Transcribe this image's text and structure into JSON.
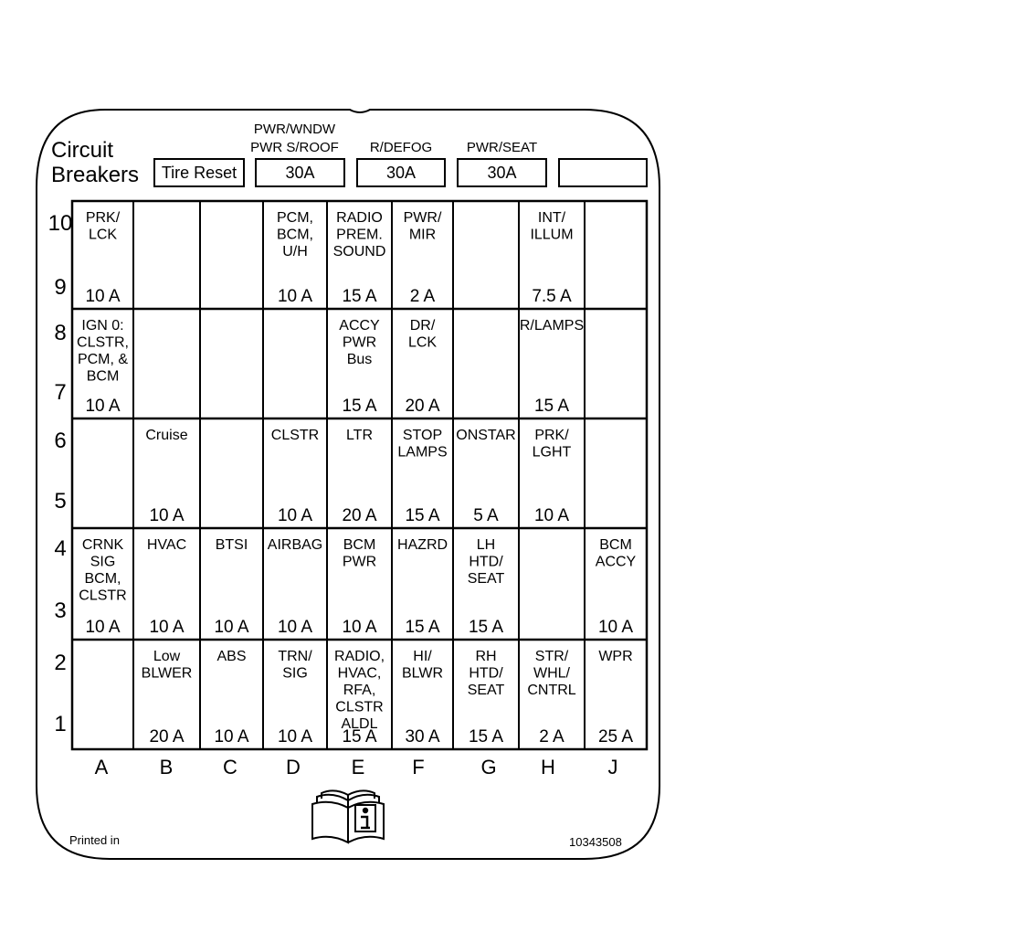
{
  "title": [
    "Circuit",
    "Breakers"
  ],
  "breakers": [
    {
      "header": [],
      "value": "Tire Reset"
    },
    {
      "header": [
        "PWR/WNDW",
        "PWR S/ROOF"
      ],
      "value": "30A"
    },
    {
      "header": [
        "R/DEFOG"
      ],
      "value": "30A"
    },
    {
      "header": [
        "PWR/SEAT"
      ],
      "value": "30A"
    },
    {
      "header": [],
      "value": ""
    }
  ],
  "columns": [
    "A",
    "B",
    "C",
    "D",
    "E",
    "F",
    "G",
    "H",
    "J"
  ],
  "row_numbers": [
    "10",
    "9",
    "8",
    "7",
    "6",
    "5",
    "4",
    "3",
    "2",
    "1"
  ],
  "fuse_rows": [
    [
      {
        "label": [
          "PRK/",
          "LCK"
        ],
        "amp": "10 A"
      },
      {
        "label": [],
        "amp": ""
      },
      {
        "label": [],
        "amp": ""
      },
      {
        "label": [
          "PCM,",
          "BCM,",
          "U/H"
        ],
        "amp": "10 A"
      },
      {
        "label": [
          "RADIO",
          "PREM.",
          "SOUND"
        ],
        "amp": "15 A"
      },
      {
        "label": [
          "PWR/",
          "MIR"
        ],
        "amp": "2 A"
      },
      {
        "label": [],
        "amp": ""
      },
      {
        "label": [
          "INT/",
          "ILLUM"
        ],
        "amp": "7.5 A"
      },
      {
        "label": [],
        "amp": ""
      }
    ],
    [
      {
        "label": [
          "IGN 0:",
          "CLSTR,",
          "PCM, &",
          "BCM"
        ],
        "amp": "10 A"
      },
      {
        "label": [],
        "amp": ""
      },
      {
        "label": [],
        "amp": ""
      },
      {
        "label": [],
        "amp": ""
      },
      {
        "label": [
          "ACCY",
          "PWR",
          "Bus"
        ],
        "amp": "15 A"
      },
      {
        "label": [
          "DR/",
          "LCK"
        ],
        "amp": "20 A"
      },
      {
        "label": [],
        "amp": ""
      },
      {
        "label": [
          "R/LAMPS"
        ],
        "amp": "15 A"
      },
      {
        "label": [],
        "amp": ""
      }
    ],
    [
      {
        "label": [],
        "amp": ""
      },
      {
        "label": [
          "Cruise"
        ],
        "amp": "10 A"
      },
      {
        "label": [],
        "amp": ""
      },
      {
        "label": [
          "CLSTR"
        ],
        "amp": "10 A"
      },
      {
        "label": [
          "LTR"
        ],
        "amp": "20 A"
      },
      {
        "label": [
          "STOP",
          "LAMPS"
        ],
        "amp": "15 A"
      },
      {
        "label": [
          "ONSTAR"
        ],
        "amp": "5 A"
      },
      {
        "label": [
          "PRK/",
          "LGHT"
        ],
        "amp": "10 A"
      },
      {
        "label": [],
        "amp": ""
      }
    ],
    [
      {
        "label": [
          "CRNK",
          "SIG",
          "BCM,",
          "CLSTR"
        ],
        "amp": "10 A"
      },
      {
        "label": [
          "HVAC"
        ],
        "amp": "10 A"
      },
      {
        "label": [
          "BTSI"
        ],
        "amp": "10 A"
      },
      {
        "label": [
          "AIRBAG"
        ],
        "amp": "10 A"
      },
      {
        "label": [
          "BCM",
          "PWR"
        ],
        "amp": "10 A"
      },
      {
        "label": [
          "HAZRD"
        ],
        "amp": "15 A"
      },
      {
        "label": [
          "LH",
          "HTD/",
          "SEAT"
        ],
        "amp": "15 A"
      },
      {
        "label": [],
        "amp": ""
      },
      {
        "label": [
          "BCM",
          "ACCY"
        ],
        "amp": "10 A"
      }
    ],
    [
      {
        "label": [],
        "amp": ""
      },
      {
        "label": [
          "Low",
          "BLWER"
        ],
        "amp": "20 A"
      },
      {
        "label": [
          "ABS"
        ],
        "amp": "10 A"
      },
      {
        "label": [
          "TRN/",
          "SIG"
        ],
        "amp": "10 A"
      },
      {
        "label": [
          "RADIO,",
          "HVAC,",
          "RFA,",
          "CLSTR",
          "ALDL"
        ],
        "amp": "15 A"
      },
      {
        "label": [
          "HI/",
          "BLWR"
        ],
        "amp": "30 A"
      },
      {
        "label": [
          "RH",
          "HTD/",
          "SEAT"
        ],
        "amp": "15 A"
      },
      {
        "label": [
          "STR/",
          "WHL/",
          "CNTRL"
        ],
        "amp": "2 A"
      },
      {
        "label": [
          "WPR"
        ],
        "amp": "25 A"
      }
    ]
  ],
  "footer": {
    "printed": "Printed in",
    "part_number": "10343508",
    "icon": "manual-info-icon"
  }
}
